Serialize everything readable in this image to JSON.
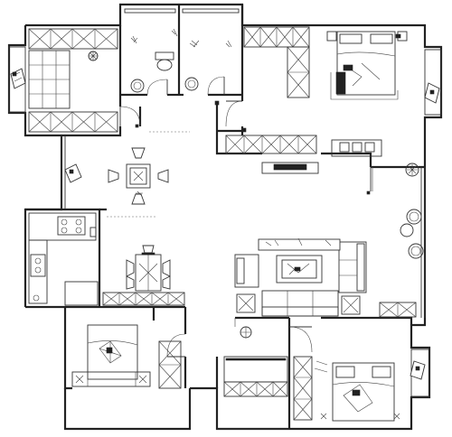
{
  "plan": {
    "rooms": [
      {
        "id": "study"
      },
      {
        "id": "bathroom-a"
      },
      {
        "id": "bathroom-b"
      },
      {
        "id": "master-bedroom"
      },
      {
        "id": "dining"
      },
      {
        "id": "kitchen"
      },
      {
        "id": "living-room"
      },
      {
        "id": "bedroom-sw"
      },
      {
        "id": "bedroom-se"
      }
    ]
  }
}
